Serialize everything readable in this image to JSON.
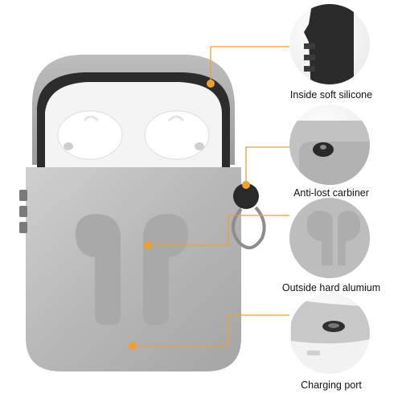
{
  "product": {
    "case_color": "#b9b9ba",
    "accent_color": "#f0a030",
    "silicone_color": "#2b2b2b"
  },
  "callouts": [
    {
      "label": "Inside soft silicone",
      "icon": "silicone-insert-detail"
    },
    {
      "label": "Anti-lost carbiner",
      "icon": "carabiner-hole-detail"
    },
    {
      "label": "Outside hard alumium",
      "icon": "aluminum-shell-detail"
    },
    {
      "label": "Charging port",
      "icon": "charging-port-detail"
    }
  ]
}
